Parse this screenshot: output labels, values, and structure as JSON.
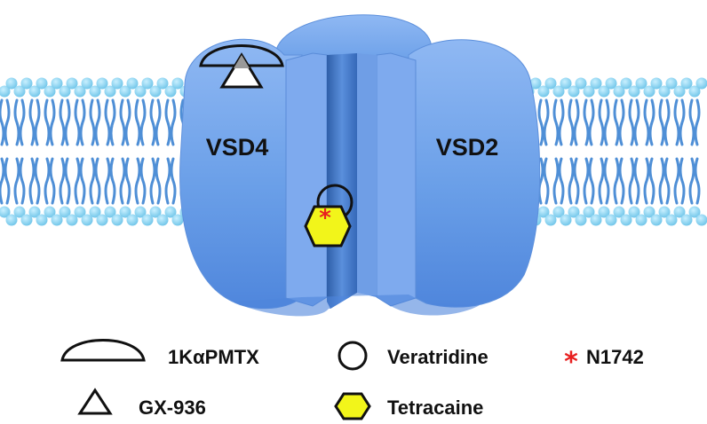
{
  "domain_labels": {
    "left": "VSD4",
    "right": "VSD2"
  },
  "legend": [
    {
      "symbol": "half-disc-icon",
      "label": "1KαPMTX"
    },
    {
      "symbol": "circle-icon",
      "label": "Veratridine"
    },
    {
      "symbol": "asterisk-icon",
      "label": "N1742"
    },
    {
      "symbol": "triangle-icon",
      "label": "GX-936"
    },
    {
      "symbol": "hexagon-icon",
      "label": "Tetracaine"
    }
  ],
  "colors": {
    "channel": "#6a9fe8",
    "channel_dark": "#3f73c9",
    "lipid_head": "#7fd0ee",
    "lipid_tail": "#4f8fd6",
    "tetracaine": "#f2f51a",
    "asterisk": "#e82020",
    "outline": "#111111"
  }
}
